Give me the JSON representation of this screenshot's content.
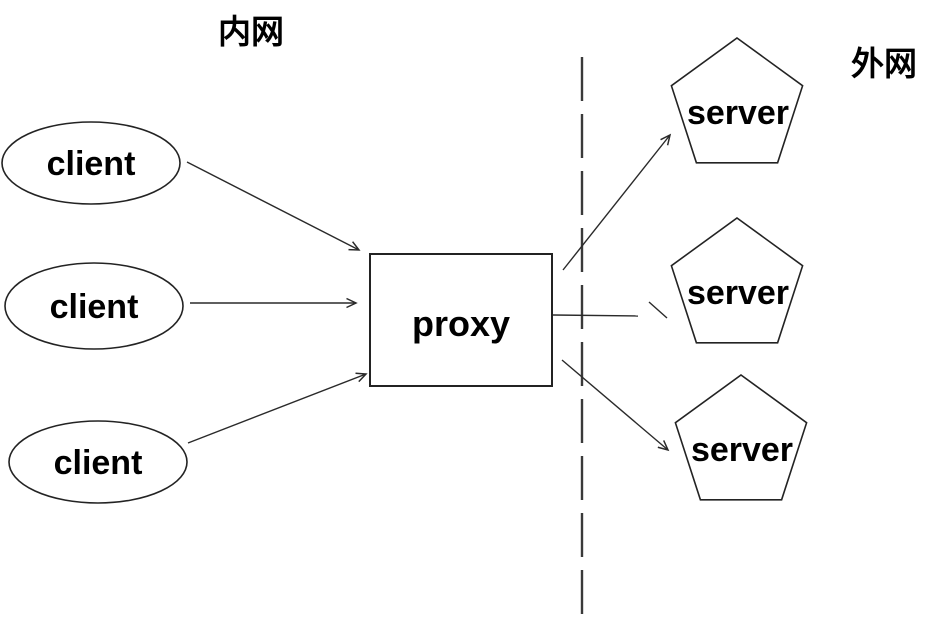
{
  "diagram": {
    "zones": {
      "intranet": "内网",
      "extranet": "外网"
    },
    "clients": [
      {
        "label": "client"
      },
      {
        "label": "client"
      },
      {
        "label": "client"
      }
    ],
    "proxy": {
      "label": "proxy"
    },
    "servers": [
      {
        "label": "server"
      },
      {
        "label": "server"
      },
      {
        "label": "server"
      }
    ],
    "connections": [
      "client-1 -> proxy",
      "client-2 -> proxy",
      "client-3 -> proxy",
      "proxy -> server-1",
      "proxy -> server-2",
      "proxy -> server-3"
    ],
    "colors": {
      "background": "#ffffff",
      "stroke": "#232323",
      "text": "#000000"
    }
  }
}
